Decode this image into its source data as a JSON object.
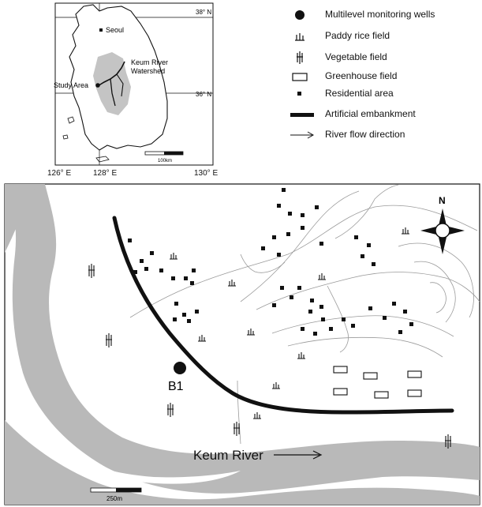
{
  "inset": {
    "lat_top": "38° N",
    "lat_mid": "36° N",
    "lon_left": "126° E",
    "lon_mid": "128° E",
    "lon_right": "130° E",
    "city": "Seoul",
    "watershed_line1": "Keum River",
    "watershed_line2": "Watershed",
    "study_area": "Study Area",
    "scale": "100km"
  },
  "legend": [
    {
      "icon": "filled-circle",
      "label": "Multilevel monitoring wells"
    },
    {
      "icon": "paddy-symbol",
      "label": "Paddy rice field"
    },
    {
      "icon": "vegetable-symbol",
      "label": "Vegetable field"
    },
    {
      "icon": "rectangle-outline",
      "label": "Greenhouse field"
    },
    {
      "icon": "small-square",
      "label": "Residential area"
    },
    {
      "icon": "thick-line",
      "label": "Artificial embankment"
    },
    {
      "icon": "arrow",
      "label": "River flow direction"
    }
  ],
  "map": {
    "well_label": "B1",
    "river_label": "Keum River",
    "north_label": "N",
    "scale_label": "250m"
  },
  "colors": {
    "river": "#b9b9b9",
    "ink": "#111111",
    "contour": "#9a9a9a"
  }
}
